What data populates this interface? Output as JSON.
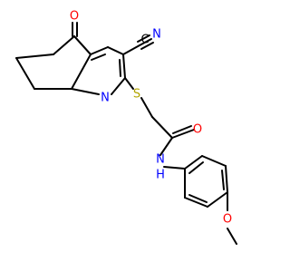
{
  "colors": {
    "background": "#ffffff",
    "carbon_bond": "#000000",
    "oxygen": "#ff0000",
    "nitrogen": "#0000ff",
    "sulfur": "#b2a500"
  },
  "atoms": {
    "ketone_oxygen": "O",
    "nitrile_carbon": "C",
    "nitrile_nitrogen": "N",
    "ring_nitrogen": "N",
    "thioether_sulfur": "S",
    "amide_oxygen": "O",
    "amide_nitrogen": "N",
    "amide_hydrogen": "H",
    "methoxy_oxygen": "O"
  }
}
